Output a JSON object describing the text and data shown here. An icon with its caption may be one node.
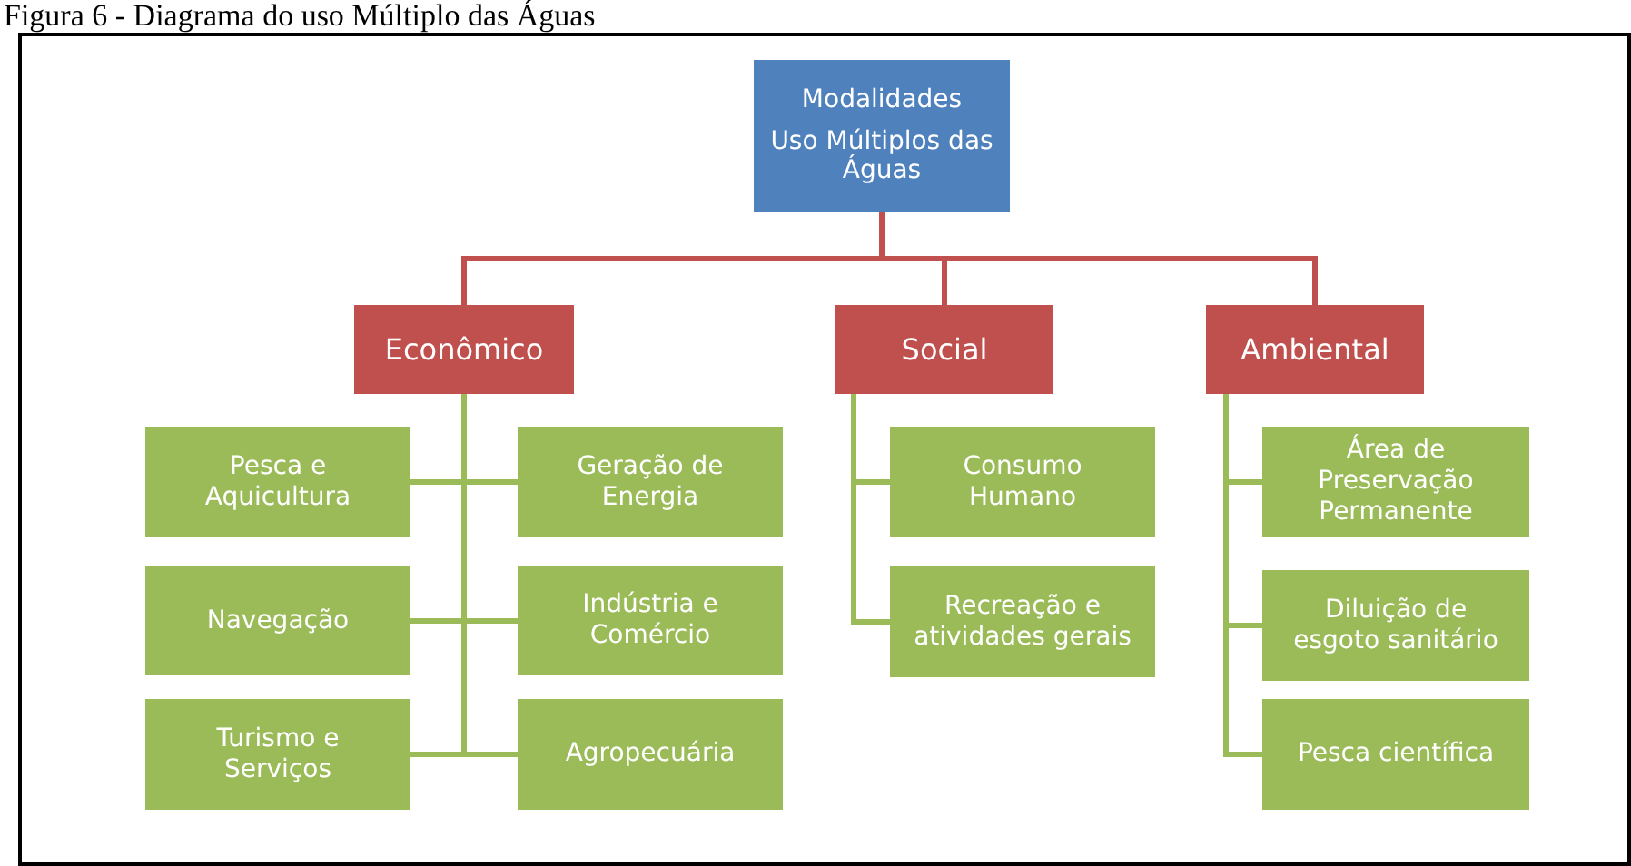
{
  "diagram": {
    "title": "Figura 6 - Diagrama do uso Múltiplo das Águas",
    "nodes": [
      {
        "text": [
          "Modalidades",
          "Uso Múltiplos das Águas"
        ]
      },
      {
        "text": [
          "Econômico"
        ]
      },
      {
        "text": [
          "Social"
        ]
      },
      {
        "text": [
          "Ambiental"
        ]
      },
      {
        "text": [
          "Pesca e Aquicultura"
        ]
      },
      {
        "text": [
          "Geração de Energia"
        ]
      },
      {
        "text": [
          "Navegação"
        ]
      },
      {
        "text": [
          "Indústria e Comércio"
        ]
      },
      {
        "text": [
          "Turismo e Serviços"
        ]
      },
      {
        "text": [
          "Agropecuária"
        ]
      },
      {
        "text": [
          "Consumo Humano"
        ]
      },
      {
        "text": [
          "Recreação e atividades gerais"
        ]
      },
      {
        "text": [
          "Área de Preservação Permanente"
        ]
      },
      {
        "text": [
          "Diluição de esgoto sanitário"
        ]
      },
      {
        "text": [
          "Pesca científica"
        ]
      }
    ],
    "edges": [
      {
        "from": 0,
        "to": 1,
        "arrow": "none",
        "color": "#c0504d"
      },
      {
        "from": 0,
        "to": 2,
        "arrow": "none",
        "color": "#c0504d"
      },
      {
        "from": 0,
        "to": 3,
        "arrow": "none",
        "color": "#c0504d"
      },
      {
        "from": 1,
        "to": 4,
        "arrow": "none"
      },
      {
        "from": 1,
        "to": 5,
        "arrow": "none"
      },
      {
        "from": 1,
        "to": 6,
        "arrow": "none"
      },
      {
        "from": 1,
        "to": 7,
        "arrow": "none"
      },
      {
        "from": 1,
        "to": 8,
        "arrow": "none"
      },
      {
        "from": 1,
        "to": 9,
        "arrow": "none"
      },
      {
        "from": 2,
        "to": 10,
        "arrow": "none"
      },
      {
        "from": 2,
        "to": 11,
        "arrow": "none"
      },
      {
        "from": 3,
        "to": 12,
        "arrow": "none"
      },
      {
        "from": 3,
        "to": 13,
        "arrow": "none"
      },
      {
        "from": 3,
        "to": 14,
        "arrow": "none"
      }
    ]
  }
}
